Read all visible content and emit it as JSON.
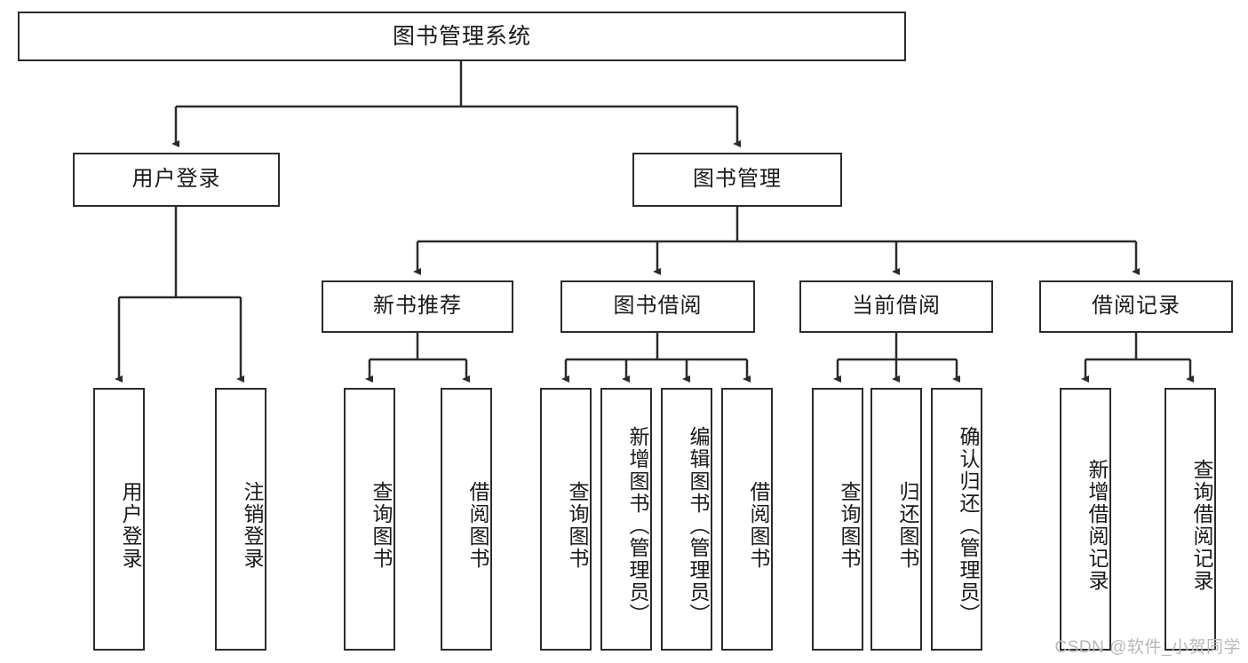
{
  "diagram": {
    "title_node": {
      "label": "图书管理系统"
    },
    "level2": [
      {
        "label": "用户登录"
      },
      {
        "label": "图书管理"
      }
    ],
    "level3": [
      {
        "label": "新书推荐"
      },
      {
        "label": "图书借阅"
      },
      {
        "label": "当前借阅"
      },
      {
        "label": "借阅记录"
      }
    ],
    "leaves": {
      "user_login": [
        {
          "label": "用户登录"
        },
        {
          "label": "注销登录"
        }
      ],
      "new_book_recommend": [
        {
          "label": "查询图书"
        },
        {
          "label": "借阅图书"
        }
      ],
      "book_borrow": [
        {
          "label": "查询图书"
        },
        {
          "label": "新增图书（管理员）"
        },
        {
          "label": "编辑图书（管理员）"
        },
        {
          "label": "借阅图书"
        }
      ],
      "current_borrow": [
        {
          "label": "查询图书"
        },
        {
          "label": "归还图书"
        },
        {
          "label": "确认归还（管理员）"
        }
      ],
      "borrow_record": [
        {
          "label": "新增借阅记录"
        },
        {
          "label": "查询借阅记录"
        }
      ]
    }
  },
  "watermark": {
    "text": "CSDN @软件_小贺同学"
  },
  "colors": {
    "border": "#2b2b2b",
    "background": "#ffffff",
    "text": "#1a1a1a",
    "watermark": "#b9b9b9"
  }
}
